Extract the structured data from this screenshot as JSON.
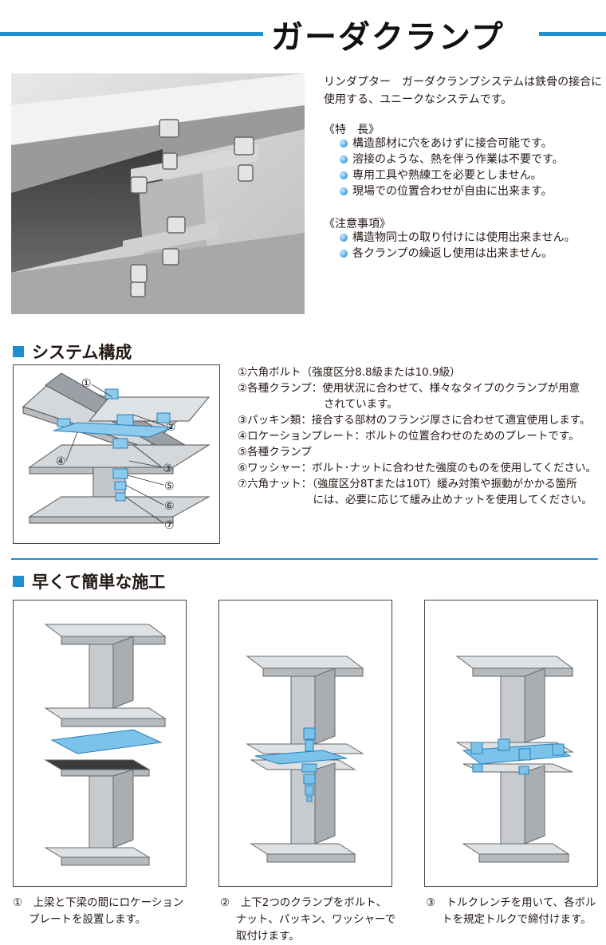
{
  "header": {
    "title": "ガーダクランプ"
  },
  "intro": {
    "line1": "リンダプター　ガーダクランプシステムは鉄骨の接合に",
    "line2": "使用する、ユニークなシステムです。"
  },
  "features": {
    "heading": "《特　長》",
    "items": [
      "構造部材に穴をあけずに接合可能です。",
      "溶接のような、熱を伴う作業は不要です。",
      "専用工具や熟練工を必要としません。",
      "現場での位置合わせが自由に出来ます。"
    ]
  },
  "notes": {
    "heading": "《注意事項》",
    "items": [
      "構造物同士の取り付けには使用出来ません。",
      "各クランプの繰返し使用は出来ません。"
    ]
  },
  "system": {
    "heading": "システム構成",
    "labels": [
      "①",
      "②",
      "③",
      "④",
      "⑤",
      "⑥",
      "⑦"
    ],
    "components": [
      "①六角ボルト（強度区分8.8級または10.9級）",
      "②各種クランプ：使用状況に合わせて、様々なタイプのクランプが用意",
      "　　　　　　　　されています。",
      "③パッキン類：接合する部材のフランジ厚さに合わせて適宜使用します。",
      "④ロケーションプレート：ボルトの位置合わせのためのプレートです。",
      "⑤各種クランプ",
      "⑥ワッシャー：ボルト･ナットに合わせた強度のものを使用してください。",
      "⑦六角ナット：（強度区分8Tまたは10T）緩み対策や振動がかかる箇所",
      "　　　　　　　には、必要に応じて緩み止めナットを使用してください。"
    ]
  },
  "construction": {
    "heading": "早くて簡単な施工",
    "steps": [
      {
        "num": "①",
        "line1": "上梁と下梁の間にロケーション",
        "line2": "プレートを設置します。",
        "line3": ""
      },
      {
        "num": "②",
        "line1": "上下2つのクランプをボルト、",
        "line2": "ナット、パッキン、ワッシャーで",
        "line3": "取付けます。"
      },
      {
        "num": "③",
        "line1": "トルクレンチを用いて、各ボル",
        "line2": "トを規定トルクで締付けます。",
        "line3": ""
      }
    ]
  },
  "colors": {
    "accent": "#1f8fd0",
    "steel": "#c8ccd0",
    "clamp": "#7cc3ea"
  }
}
